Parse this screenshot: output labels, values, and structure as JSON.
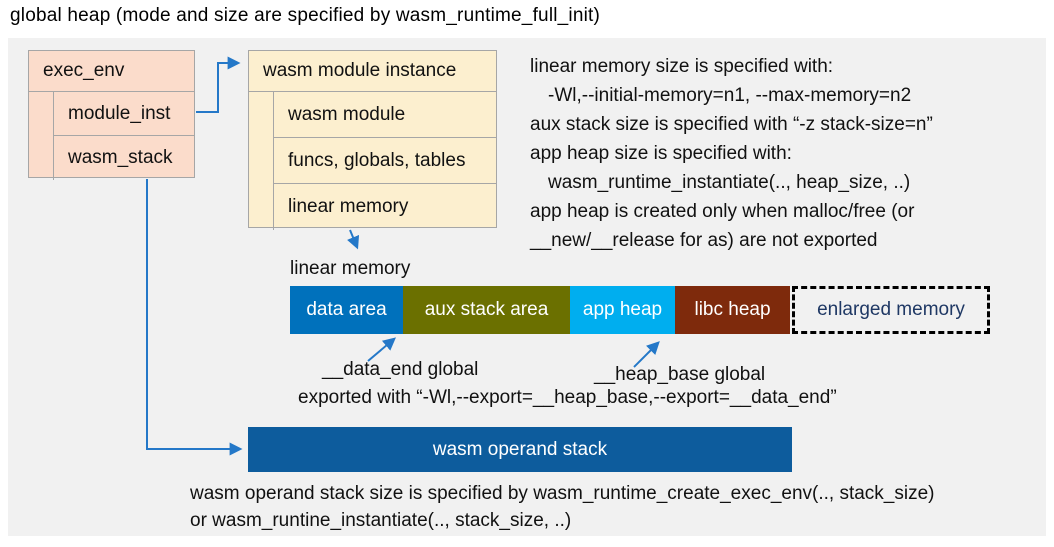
{
  "title": "global heap (mode and size are specified by wasm_runtime_full_init)",
  "exec_env": {
    "header": "exec_env",
    "rows": [
      "module_inst",
      "wasm_stack"
    ]
  },
  "module_instance": {
    "header": "wasm module instance",
    "rows": [
      "wasm module",
      "funcs, globals, tables",
      "linear memory"
    ]
  },
  "notes": {
    "lines": [
      "linear memory size is specified with:",
      "-Wl,--initial-memory=n1, --max-memory=n2",
      "aux stack size is specified with “-z stack-size=n”",
      "app heap size is specified with:",
      "wasm_runtime_instantiate(.., heap_size, ..)",
      "app heap is created only when malloc/free (or",
      "__new/__release for as) are not exported"
    ]
  },
  "linear_memory": {
    "label": "linear memory",
    "segments": [
      {
        "label": "data area",
        "color": "#0071BC"
      },
      {
        "label": "aux stack area",
        "color": "#6B7000"
      },
      {
        "label": "app heap",
        "color": "#00AEEF"
      },
      {
        "label": "libc heap",
        "color": "#7E2A0C"
      },
      {
        "label": "enlarged memory",
        "color": "transparent"
      }
    ],
    "data_end_label": "__data_end global",
    "heap_base_label": "__heap_base global",
    "export_line": "exported with “-Wl,--export=__heap_base,--export=__data_end”"
  },
  "operand_stack": {
    "label": "wasm operand stack",
    "color": "#0D5C9D",
    "notes": [
      "wasm operand stack size is specified by wasm_runtime_create_exec_env(.., stack_size)",
      "or wasm_runtine_instantiate(.., stack_size, ..)"
    ]
  },
  "colors": {
    "panel_bg": "#F1F1F1",
    "exec_env_fill": "#FBDCCB",
    "module_instance_fill": "#FCEFCF",
    "box_border": "#A6A6A6",
    "arrow": "#2478C8",
    "enlarged_memory_text": "#1F3864"
  }
}
